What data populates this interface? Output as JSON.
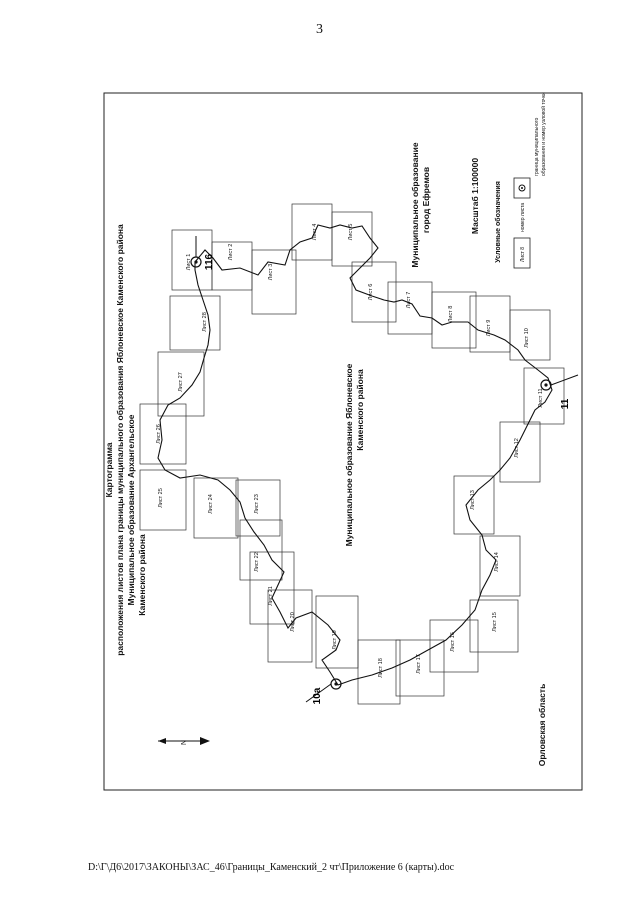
{
  "page_number": "3",
  "footer_path": "D:\\Г\\Д6\\2017\\ЗАКОНЫ\\ЗАС_46\\Границы_Каменский_2 чт\\Приложение 6 (карты).doc",
  "map": {
    "title_1": "Картограмма",
    "title_2": "расположения листов плана границы муниципального образования Яблоневское Каменского района",
    "left_region_1": "Муниципальное образование Архангельское",
    "left_region_2": "Каменского района",
    "center_region_1": "Муниципальное образование Яблоневское",
    "center_region_2": "Каменского района",
    "right_region_1": "Муниципальное образование",
    "right_region_2": "город Ефремов",
    "scale": "Масштаб 1:100000",
    "bottom_region": "Орловская область",
    "legend_title": "Условные обозначения",
    "legend_item_1_sample": "Лист 8",
    "legend_item_1": "номер листа",
    "legend_item_2a": "граница муниципального",
    "legend_item_2b": "образования и номер узловой точки",
    "north": "N",
    "point_116": "116",
    "point_11": "11",
    "point_10a": "10а",
    "sheets": [
      "Лист 1",
      "Лист 2",
      "Лист 3",
      "Лист 4",
      "Лист 5",
      "Лист 6",
      "Лист 7",
      "Лист 8",
      "Лист 9",
      "Лист 10",
      "Лист 11",
      "Лист 12",
      "Лист 13",
      "Лист 14",
      "Лист 15",
      "Лист 16",
      "Лист 17",
      "Лист 18",
      "Лист 19",
      "Лист 20",
      "Лист 21",
      "Лист 22",
      "Лист 23",
      "Лист 24",
      "Лист 25",
      "Лист 26",
      "Лист 27",
      "Лист 28"
    ]
  }
}
